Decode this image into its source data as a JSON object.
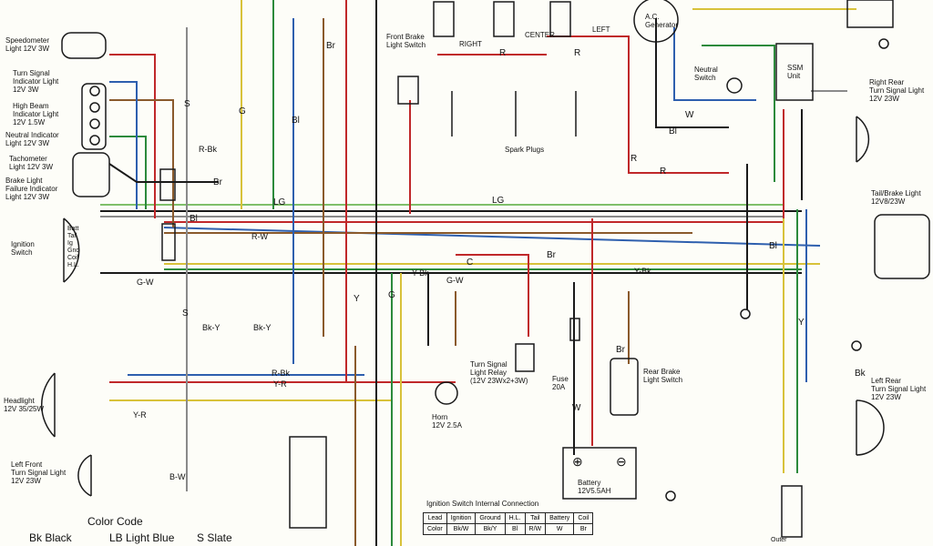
{
  "labels": {
    "speedometer": "Speedometer\nLight 12V 3W",
    "turn_signal_indicator": "Turn Signal\nIndicator Light\n12V 3W",
    "high_beam": "High Beam\nIndicator Light\n12V 1.5W",
    "neutral_indicator": "Neutral Indicator\nLight 12V 3W",
    "tachometer": "Tachometer\nLight 12V 3W",
    "brake_failure": "Brake Light\nFailure Indicator\nLight 12V 3W",
    "ignition_switch": "Ignition\nSwitch",
    "switch_terminals": "Batt\nTail\nIg\nGnd\nCoil\nH.L.",
    "headlight": "Headlight\n12V 35/25W",
    "left_front_turn": "Left Front\nTurn Signal Light\n12V 23W",
    "front_brake_switch": "Front Brake\nLight Switch",
    "right": "RIGHT",
    "center": "CENTER",
    "left": "LEFT",
    "spark_plugs": "Spark Plugs",
    "ac_generator": "A.C.\nGenerator",
    "neutral_switch": "Neutral\nSwitch",
    "ssm_unit": "SSM\nUnit",
    "right_rear_turn": "Right Rear\nTurn Signal Light\n12V 23W",
    "tail_brake": "Tail/Brake Light\n12V8/23W",
    "left_rear_turn": "Left Rear\nTurn Signal Light\n12V 23W",
    "horn": "Horn\n12V 2.5A",
    "turn_relay": "Turn Signal\nLight Relay\n(12V 23Wx2+3W)",
    "fuse": "Fuse\n20A",
    "rear_brake_switch": "Rear Brake\nLight Switch",
    "battery": "Battery\n12V5.5AH",
    "outer": "Outer"
  },
  "wire_labels": [
    "LG",
    "LG",
    "R",
    "R",
    "R",
    "R",
    "Br",
    "Br",
    "Br",
    "Br",
    "W",
    "W",
    "Bl",
    "Bl",
    "Bl",
    "Bl",
    "G",
    "G",
    "S",
    "S",
    "Y",
    "Y",
    "Bk",
    "Y-Bk",
    "Y-Bk",
    "R-Bk",
    "R-Bk",
    "Y-R",
    "Y-R",
    "Bk-Y",
    "Bk-Y",
    "R-W",
    "C",
    "G-W",
    "G-W",
    "B-W"
  ],
  "color_code": {
    "title": "Color Code",
    "entries": [
      "Bk  Black",
      "LB  Light Blue",
      "S   Slate"
    ]
  },
  "ignition_table": {
    "title": "Ignition Switch Internal Connection",
    "header": [
      "Lead",
      "Ignition",
      "Ground",
      "H.L.",
      "Tail",
      "Battery",
      "Coil"
    ],
    "row": [
      "Color",
      "Bk/W",
      "Bk/Y",
      "Bl",
      "R/W",
      "W",
      "Br"
    ]
  },
  "wire_colors": {
    "red": "#c0282a",
    "blue": "#2e5fae",
    "brown": "#8a5a2c",
    "green": "#2c8a3c",
    "yellow": "#d8c23a",
    "black": "#1a1a1a",
    "grey": "#8a8a8a",
    "lightgreen": "#7fbf6a"
  }
}
